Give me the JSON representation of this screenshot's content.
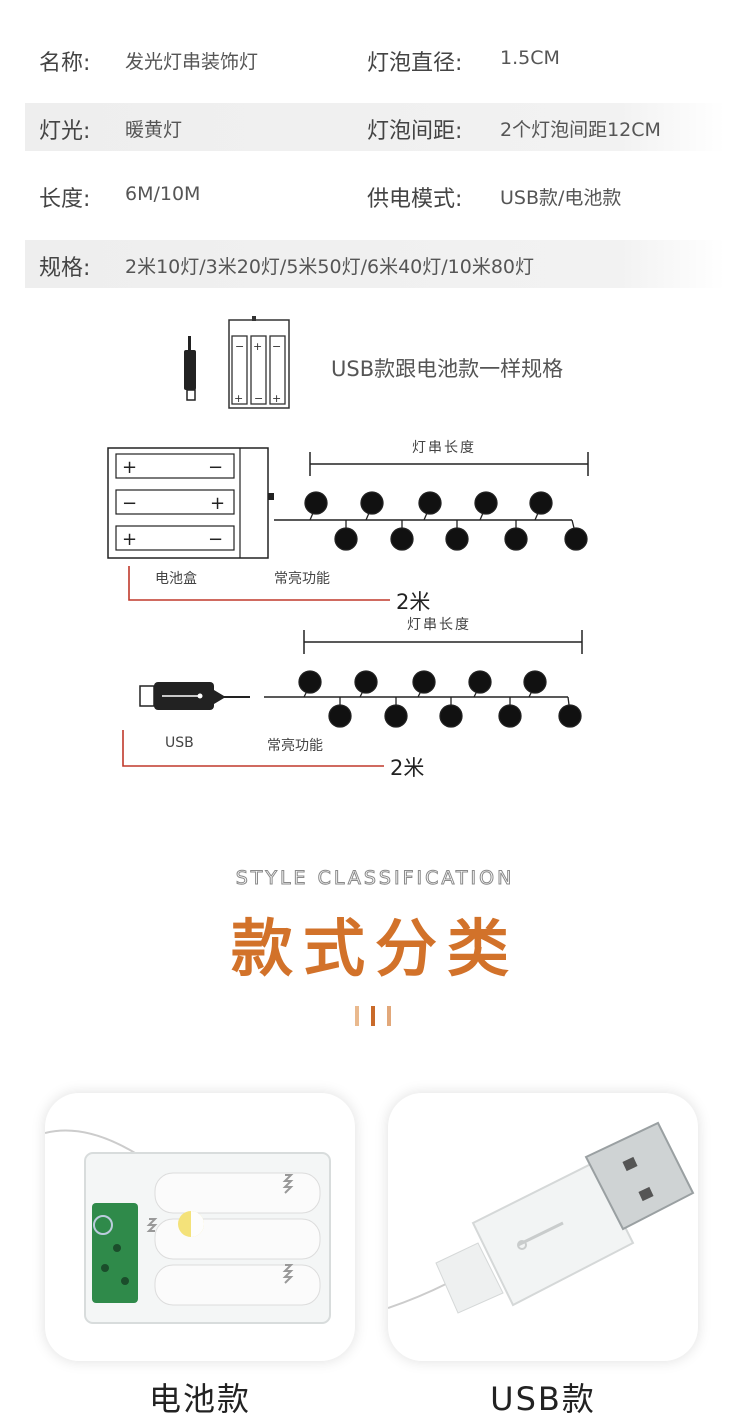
{
  "specs": [
    {
      "label": "名称:",
      "value": "发光灯串装饰灯",
      "label2": "灯泡直径:",
      "value2": "1.5CM"
    },
    {
      "label": "灯光:",
      "value": "暖黄灯",
      "label2": "灯泡间距:",
      "value2": "2个灯泡间距12CM"
    },
    {
      "label": "长度:",
      "value": "6M/10M",
      "label2": "供电模式:",
      "value2": "USB款/电池款"
    },
    {
      "label": "规格:",
      "value": "2米10灯/3米20灯/5米50灯/6米40灯/10米80灯",
      "label2": "",
      "value2": ""
    }
  ],
  "diagram": {
    "same_spec_note": "USB款跟电池款一样规格",
    "battery": {
      "length_title": "灯串长度",
      "box_label": "电池盒",
      "mode_label": "常亮功能",
      "meter": "2米"
    },
    "usb": {
      "length_title": "灯串长度",
      "plug_label": "USB",
      "mode_label": "常亮功能",
      "meter": "2米"
    }
  },
  "section": {
    "en": "STYLE CLASSIFICATION",
    "cn": "款式分类"
  },
  "cards": [
    {
      "label": "电池款",
      "icon": "battery-box-photo"
    },
    {
      "label": "USB款",
      "icon": "usb-plug-photo"
    }
  ],
  "colors": {
    "accent": "#d2722a",
    "line_red": "#c0392b"
  }
}
